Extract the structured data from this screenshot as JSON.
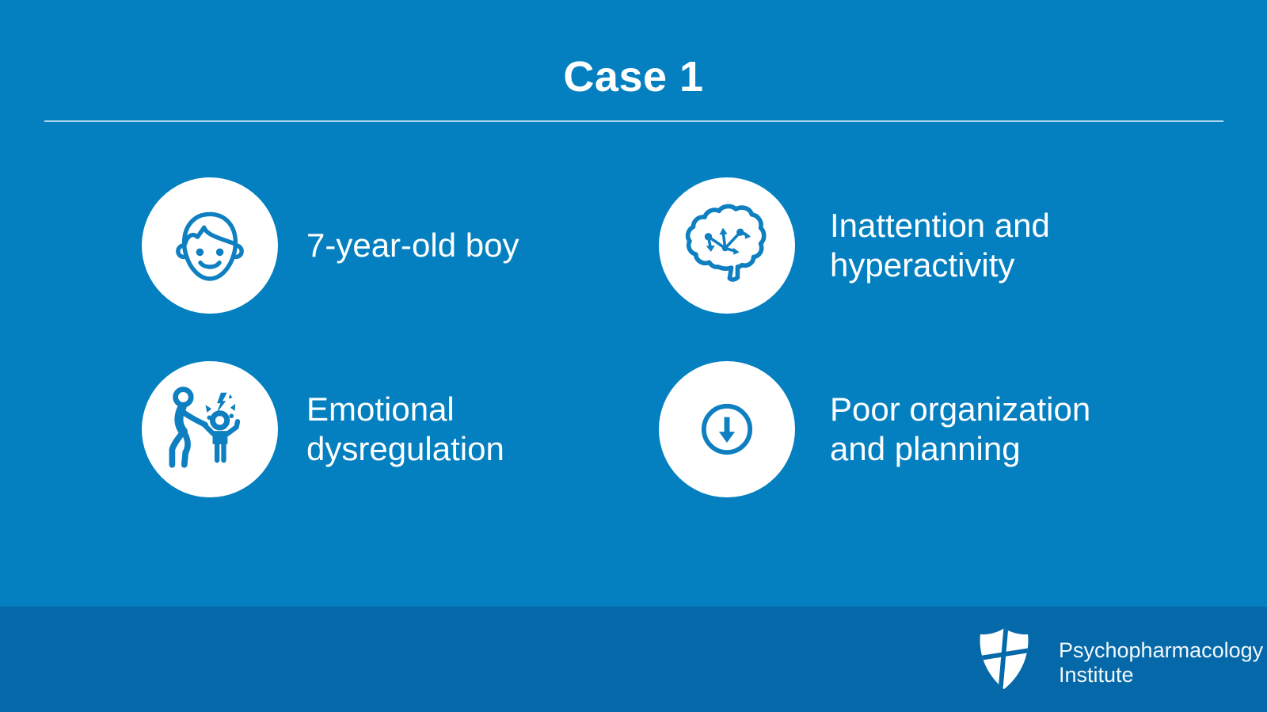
{
  "title": "Case 1",
  "items": [
    {
      "icon": "boy-face-icon",
      "label": "7-year-old boy"
    },
    {
      "icon": "brain-scatter-arrows-icon",
      "label": "Inattention and hyperactivity"
    },
    {
      "icon": "parent-child-tantrum-icon",
      "label": "Emotional dysregulation"
    },
    {
      "icon": "circle-down-arrow-icon",
      "label": "Poor organization and planning"
    }
  ],
  "footer": {
    "logo": "shield-logo",
    "brand_line1": "Psychopharmacology",
    "brand_line2": "Institute"
  },
  "colors": {
    "background": "#0480C0",
    "footer_background": "#0569A9",
    "icon_blue": "#0E7FC0",
    "text": "#FFFFFF",
    "divider": "#CBE7F7"
  }
}
